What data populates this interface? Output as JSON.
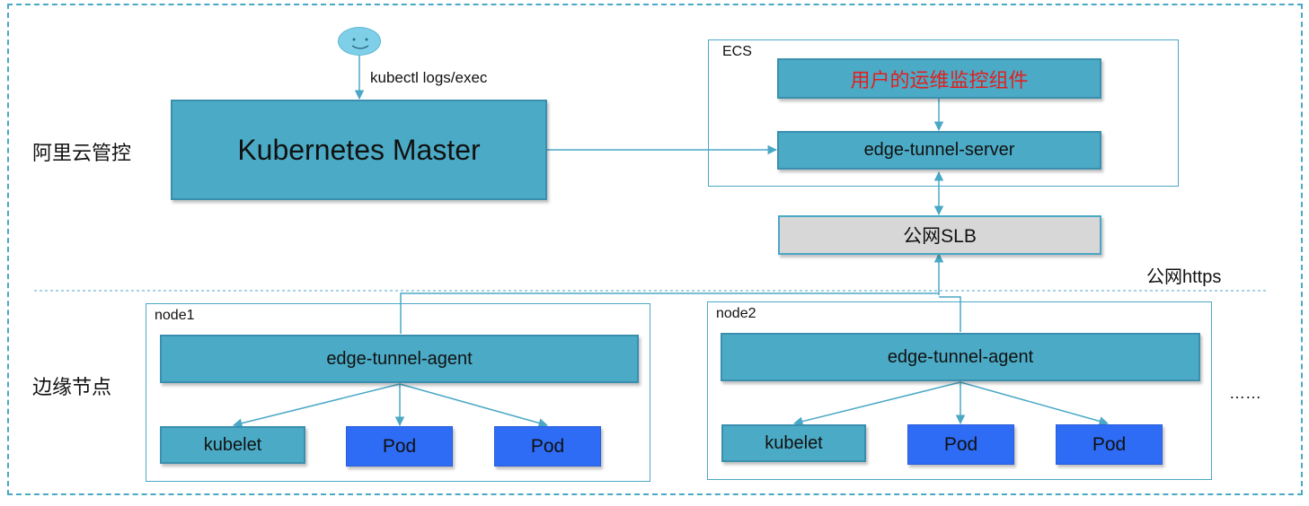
{
  "regions": {
    "cloud_label": "阿里云管控",
    "edge_label": "边缘节点",
    "public_https_label": "公网https"
  },
  "master": {
    "cli_label": "kubectl logs/exec",
    "title": "Kubernetes Master"
  },
  "ecs": {
    "label": "ECS",
    "monitor": "用户的运维监控组件",
    "server": "edge-tunnel-server"
  },
  "slb": {
    "label": "公网SLB"
  },
  "nodes": [
    {
      "label": "node1",
      "agent": "edge-tunnel-agent",
      "kubelet": "kubelet",
      "pods": [
        "Pod",
        "Pod"
      ]
    },
    {
      "label": "node2",
      "agent": "edge-tunnel-agent",
      "kubelet": "kubelet",
      "pods": [
        "Pod",
        "Pod"
      ]
    }
  ],
  "more": "……",
  "colors": {
    "box_fill": "#4babc6",
    "pod_fill": "#2e6cf5",
    "slb_fill": "#d7d7d7",
    "line": "#4aa8c6",
    "monitor_text": "#e02020"
  }
}
